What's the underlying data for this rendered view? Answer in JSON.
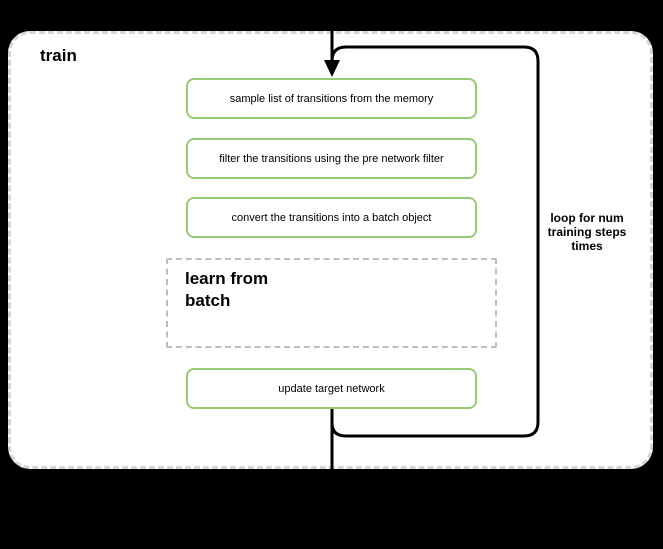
{
  "diagram": {
    "title": "train",
    "steps": [
      {
        "label": "sample list of transitions from the memory"
      },
      {
        "label": "filter the transitions using the pre network filter"
      },
      {
        "label": "convert the transitions into a batch object"
      }
    ],
    "subprocess": {
      "label": "learn from\nbatch"
    },
    "final_step": {
      "label": "update target network"
    },
    "loop_annotation": "loop for num\ntraining steps\ntimes",
    "colors": {
      "background": "#000000",
      "container_fill": "#ffffff",
      "container_border": "#d5d5d5",
      "subprocess_border": "#bdbdbd",
      "step_border": "#96cb74",
      "flow_line": "#000000",
      "text": "#000000"
    }
  }
}
